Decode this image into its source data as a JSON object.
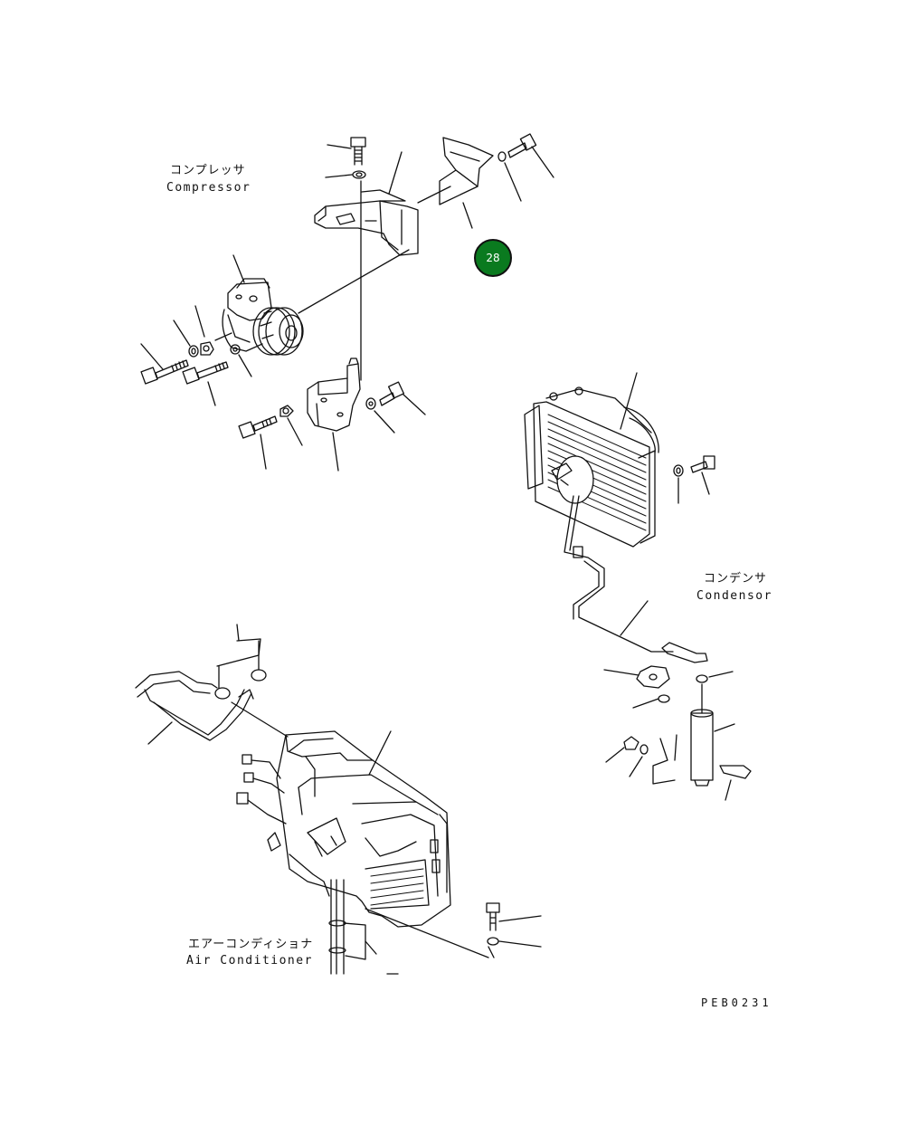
{
  "labels": {
    "compressor_jp": "コンプレッサ",
    "compressor_en": "Compressor",
    "condensor_jp": "コンデンサ",
    "condensor_en": "Condensor",
    "aircon_jp": "エアーコンディショナ",
    "aircon_en": "Air Conditioner"
  },
  "hotspot": {
    "number": "28",
    "color": "#0a7a1f"
  },
  "reference_code": "PEB0231"
}
